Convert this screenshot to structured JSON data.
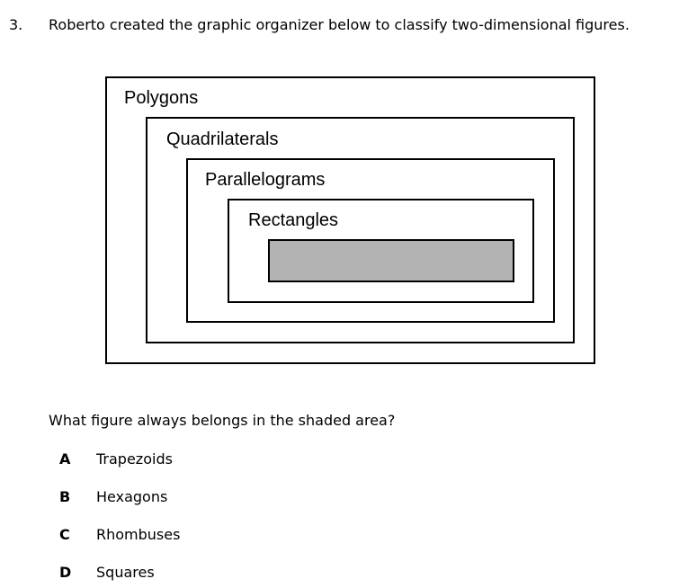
{
  "question": {
    "number": "3.",
    "stem": "Roberto created the graphic organizer below to classify two-dimensional figures.",
    "prompt": "What figure always belongs in the shaded area?"
  },
  "organizer": {
    "labels": [
      "Polygons",
      "Quadrilaterals",
      "Parallelograms",
      "Rectangles"
    ],
    "shaded_color": "#b3b3b3"
  },
  "choices": [
    {
      "letter": "A",
      "text": "Trapezoids"
    },
    {
      "letter": "B",
      "text": "Hexagons"
    },
    {
      "letter": "C",
      "text": "Rhombuses"
    },
    {
      "letter": "D",
      "text": "Squares"
    }
  ]
}
